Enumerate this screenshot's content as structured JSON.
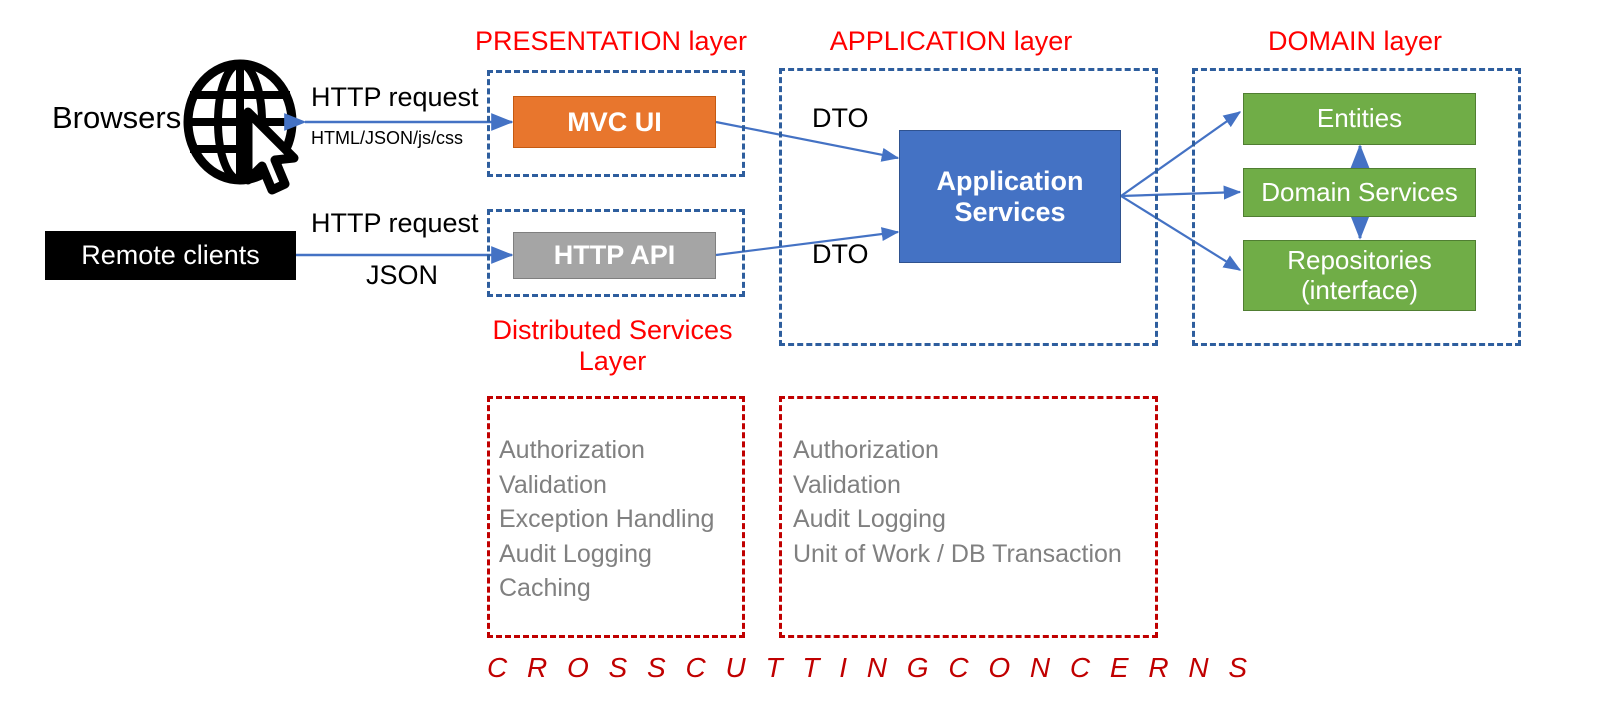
{
  "diagram": {
    "title": "Layered Architecture Diagram",
    "colors": {
      "layer_caption": "#FF0000",
      "layer_border": "#2E5E9E",
      "crosscut_border": "#C00000",
      "crosscut_text": "#808080",
      "arrow": "#4472C4",
      "mvc_ui": "#E8762D",
      "http_api": "#A5A5A5",
      "application_services": "#4472C4",
      "domain_box": "#70AD47",
      "remote_clients": "#000000"
    }
  },
  "layers": {
    "presentation": {
      "caption": "PRESENTATION layer"
    },
    "application": {
      "caption": "APPLICATION layer"
    },
    "domain": {
      "caption": "DOMAIN layer"
    },
    "distributed_services": {
      "caption_line1": "Distributed Services",
      "caption_line2": "Layer"
    }
  },
  "actors": {
    "browsers": {
      "label": "Browsers",
      "icon": "globe-cursor-icon"
    },
    "remote_clients": {
      "label": "Remote clients"
    }
  },
  "components": {
    "mvc_ui": {
      "label": "MVC UI"
    },
    "http_api": {
      "label": "HTTP API"
    },
    "application_services": {
      "line1": "Application",
      "line2": "Services"
    },
    "entities": {
      "label": "Entities"
    },
    "domain_services": {
      "label": "Domain Services"
    },
    "repositories": {
      "line1": "Repositories",
      "line2": "(interface)"
    }
  },
  "edge_labels": {
    "browser_request": "HTTP request",
    "browser_response": "HTML/JSON/js/css",
    "client_request": "HTTP request",
    "client_response": "JSON",
    "dto_top": "DTO",
    "dto_bottom": "DTO"
  },
  "cross_cutting": {
    "banner": "C R O S S   C U T T I N G   C O N C E R N S",
    "presentation_concerns": [
      "Authorization",
      "Validation",
      "Exception Handling",
      "Audit Logging",
      "Caching"
    ],
    "application_concerns": [
      "Authorization",
      "Validation",
      "Audit Logging",
      "Unit of Work / DB Transaction"
    ]
  }
}
